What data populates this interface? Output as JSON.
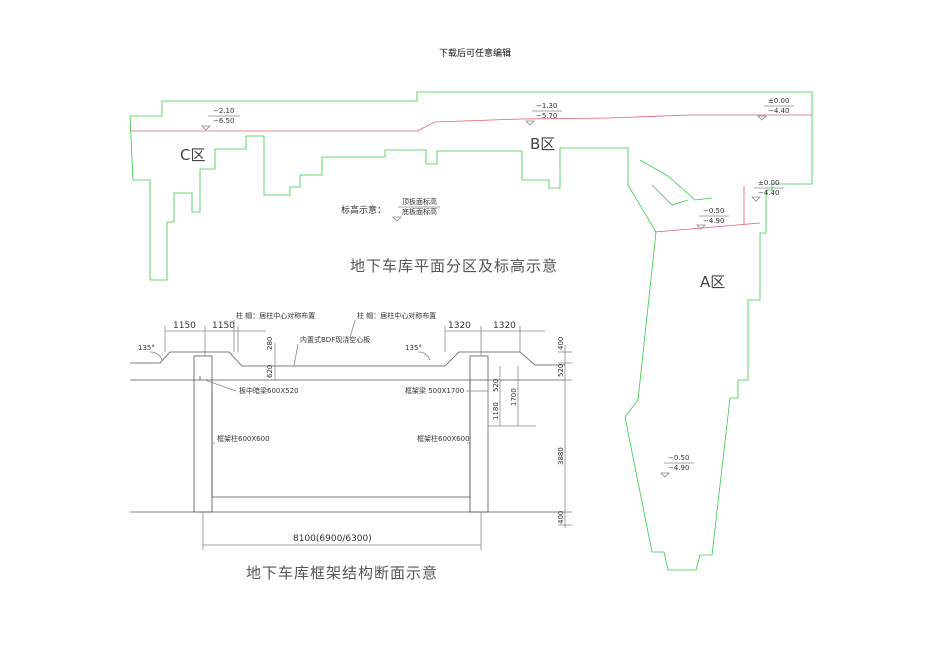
{
  "header": "下载后可任意编辑",
  "plan": {
    "title": "地下车库平面分区及标高示意",
    "zones": {
      "c": "C区",
      "b": "B区",
      "a": "A区"
    },
    "elev_legend_label": "标高示意：",
    "elev_legend_top": "顶板面标高",
    "elev_legend_bottom": "底板面标高",
    "elevations": {
      "c_top": "−2.10",
      "c_bot": "−6.50",
      "b_top": "−1.30",
      "b_bot": "−5.70",
      "r_top": "±0.00",
      "r_bot": "−4.40",
      "a1_top": "±0.00",
      "a1_bot": "−4.40",
      "a2_top": "−0.50",
      "a2_bot": "−4.90",
      "a3_top": "−0.50",
      "a3_bot": "−4.90"
    }
  },
  "section": {
    "title": "地下车库框架结构断面示意",
    "dims": {
      "d1150a": "1150",
      "d1150b": "1150",
      "d1320a": "1320",
      "d1320b": "1320",
      "d280": "280",
      "d620": "620",
      "d400a": "400",
      "d520a": "520",
      "d520b": "520",
      "d1180": "1180",
      "d1700": "1700",
      "d3880": "3880",
      "d400b": "400",
      "d8100": "8100(6900/6300)"
    },
    "angles": {
      "a1": "135°",
      "a2": "135°"
    },
    "notes": {
      "n1": "柱 帽：居柱中心对称布置",
      "n2": "柱 帽：居柱中心对称布置",
      "n3": "内置式BDF现浇空心板",
      "n4": "板中暗梁600X520",
      "n5": "框架梁 500X1700",
      "n6": "框架柱600X600",
      "n7": "框架柱600X600"
    }
  }
}
